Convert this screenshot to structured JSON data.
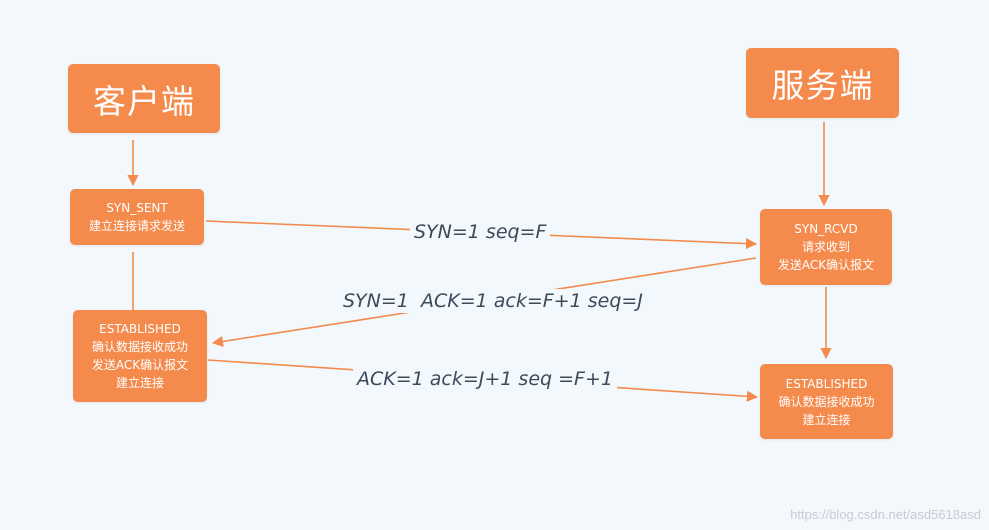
{
  "client": {
    "title": "客户端"
  },
  "server": {
    "title": "服务端"
  },
  "client_steps": [
    {
      "lines": [
        "SYN_SENT",
        "建立连接请求发送"
      ]
    },
    {
      "lines": [
        "ESTABLISHED",
        "确认数据接收成功",
        "发送ACK确认报文",
        "建立连接"
      ]
    }
  ],
  "server_steps": [
    {
      "lines": [
        "SYN_RCVD",
        "请求收到",
        "发送ACK确认报文"
      ]
    },
    {
      "lines": [
        "ESTABLISHED",
        "确认数据接收成功",
        "建立连接"
      ]
    }
  ],
  "messages": [
    {
      "label": "SYN=1 seq=F"
    },
    {
      "label": "SYN=1  ACK=1 ack=F+1 seq=J"
    },
    {
      "label": "ACK=1 ack=J+1 seq =F+1"
    }
  ],
  "watermark": "https://blog.csdn.net/asd5618asd",
  "colors": {
    "box": "#f48a4c",
    "arrow": "#f48a4c",
    "label": "#3c4a5a",
    "background": "#f3f8fd"
  }
}
